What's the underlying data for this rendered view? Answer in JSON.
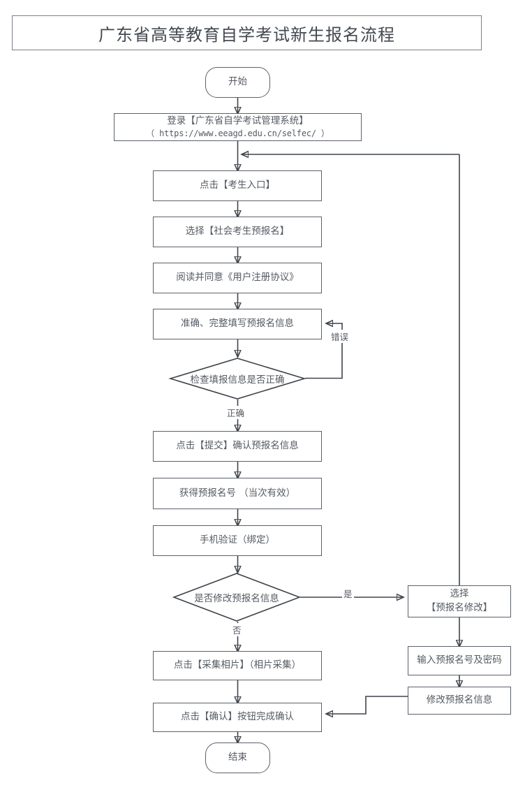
{
  "title": "广东省高等教育自学考试新生报名流程",
  "nodes": {
    "start": "开始",
    "login_main": "登录【广东省自学考试管理系统】",
    "login_url": "（ https://www.eeagd.edu.cn/selfec/ ）",
    "candidate_entry": "点击【考生入口】",
    "select_preregister": "选择【社会考生预报名】",
    "agree_agreement": "阅读并同意《用户注册协议》",
    "fill_info": "准确、完整填写预报名信息",
    "check_decision": "检查填报信息是否正确",
    "submit_confirm": "点击【提交】确认预报名信息",
    "get_number": "获得预报名号 （当次有效）",
    "phone_verify": "手机验证（绑定）",
    "modify_decision": "是否修改预报名信息",
    "collect_photo": "点击【采集相片】（相片采集）",
    "confirm_button": "点击【确认】按钮完成确认",
    "end": "结束",
    "select_modify": "选择\n【预报名修改】",
    "input_number_password": "输入预报名号及密码",
    "modify_info": "修改预报名信息"
  },
  "edge_labels": {
    "error": "错误",
    "correct": "正确",
    "yes": "是",
    "no": "否"
  },
  "colors": {
    "node_border": "#5b616b",
    "title_border": "#7a7f87",
    "text": "#555b63",
    "connector": "#3f444b",
    "background": "#ffffff"
  }
}
